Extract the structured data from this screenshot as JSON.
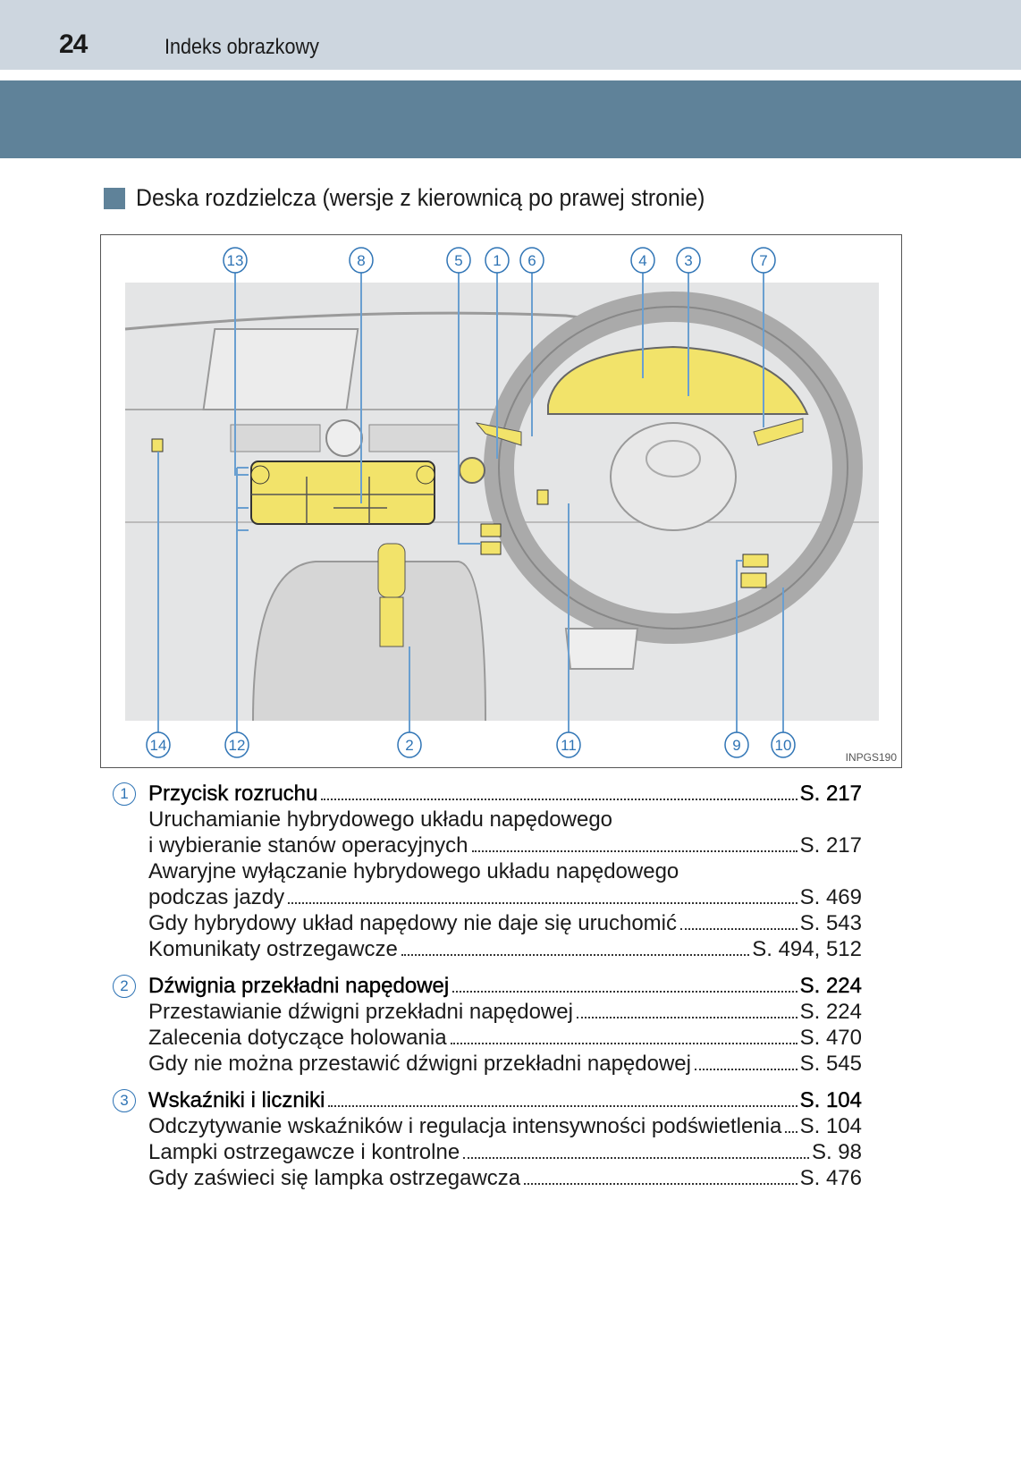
{
  "header": {
    "page_number": "24",
    "title": "Indeks obrazkowy"
  },
  "section": {
    "title": "Deska rozdzielcza (wersje z kierownicą po prawej stronie)"
  },
  "diagram": {
    "code": "INPGS190",
    "callouts_top": [
      "13",
      "8",
      "5",
      "1",
      "6",
      "4",
      "3",
      "7"
    ],
    "callouts_bottom": [
      "14",
      "12",
      "2",
      "11",
      "9",
      "10"
    ]
  },
  "colors": {
    "band": "#5f8299",
    "header_bg": "#cdd6df",
    "highlight": "#f2e36a",
    "callout": "#2f74b5"
  },
  "items": [
    {
      "num": "1",
      "title": "Przycisk rozruchu",
      "page": "S. 217",
      "subs": [
        {
          "lines": [
            "Uruchamianie hybrydowego układu napędowego",
            "i wybieranie stanów operacyjnych"
          ],
          "page": "S. 217"
        },
        {
          "lines": [
            "Awaryjne wyłączanie hybrydowego układu napędowego",
            "podczas jazdy"
          ],
          "page": "S. 469"
        },
        {
          "lines": [
            "Gdy hybrydowy układ napędowy nie daje się uruchomić"
          ],
          "page": "S. 543"
        },
        {
          "lines": [
            "Komunikaty ostrzegawcze"
          ],
          "page": "S. 494, 512"
        }
      ]
    },
    {
      "num": "2",
      "title": "Dźwignia przekładni napędowej",
      "page": "S. 224",
      "subs": [
        {
          "lines": [
            "Przestawianie dźwigni przekładni napędowej"
          ],
          "page": "S. 224"
        },
        {
          "lines": [
            "Zalecenia dotyczące holowania"
          ],
          "page": "S. 470"
        },
        {
          "lines": [
            "Gdy nie można przestawić dźwigni przekładni napędowej"
          ],
          "page": "S. 545"
        }
      ]
    },
    {
      "num": "3",
      "title": "Wskaźniki i liczniki",
      "page": "S. 104",
      "subs": [
        {
          "lines": [
            "Odczytywanie wskaźników i regulacja intensywności podświetlenia"
          ],
          "page": "S. 104"
        },
        {
          "lines": [
            "Lampki ostrzegawcze i kontrolne"
          ],
          "page": "S. 98"
        },
        {
          "lines": [
            "Gdy zaświeci się lampka ostrzegawcza"
          ],
          "page": "S. 476"
        }
      ]
    }
  ]
}
